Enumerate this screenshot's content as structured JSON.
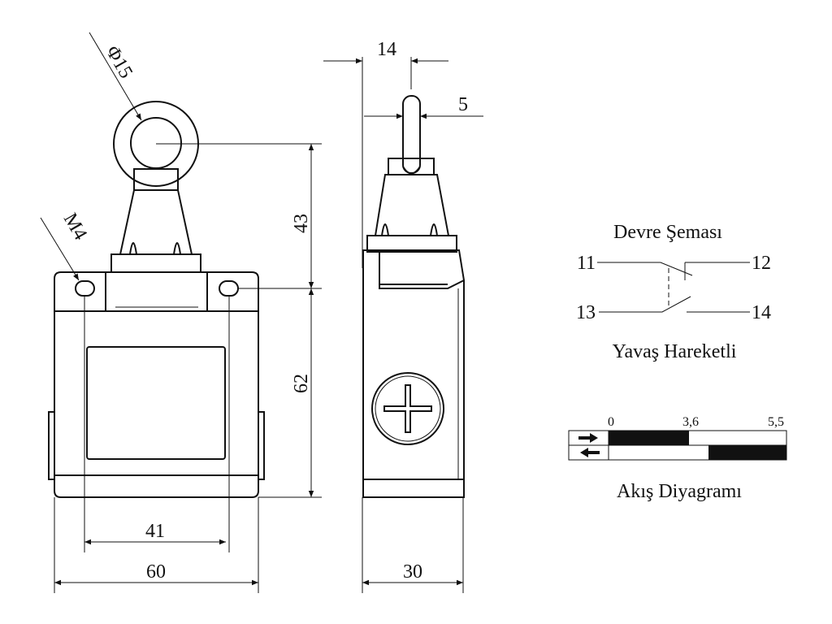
{
  "dimensions": {
    "roller_diameter": "Φ15",
    "thread": "M4",
    "height_actuator": "43",
    "height_body": "62",
    "hole_spacing": "41",
    "width": "60",
    "depth": "30",
    "plunger_offset": "14",
    "plunger_width": "5"
  },
  "circuit": {
    "title": "Devre Şeması",
    "terminals": [
      "11",
      "12",
      "13",
      "14"
    ],
    "type_label": "Yavaş Hareketli"
  },
  "flow": {
    "title": "Akış Diyagramı",
    "ticks": [
      "0",
      "3,6",
      "5,5"
    ],
    "rows": [
      {
        "direction": "forward",
        "closed_range": [
          0,
          3.6
        ]
      },
      {
        "direction": "return",
        "closed_range": [
          4.2,
          5.5
        ]
      }
    ]
  }
}
